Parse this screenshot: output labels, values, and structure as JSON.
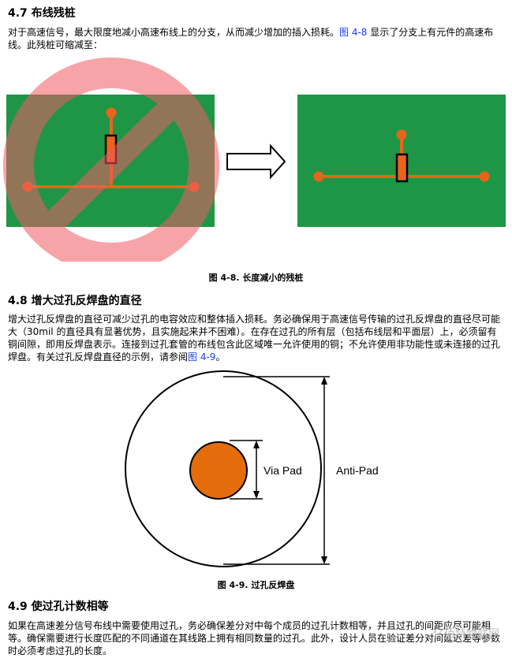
{
  "section_47": {
    "heading": "4.7 布线残桩",
    "para_a": "对于高速信号，最大限度地减小高速布线上的分支，从而减少增加的插入损耗。",
    "para_link": "图 4-8",
    "para_b": " 显示了分支上有元件的高速布线。此残桩可缩减至："
  },
  "figure_48": {
    "caption": "图 4-8. 长度减小的残桩",
    "colors": {
      "board": "#1e9646",
      "trace": "#e8641b",
      "prohibit": "#f25a64",
      "outline": "#000000"
    }
  },
  "section_48": {
    "heading": "4.8 增大过孔反焊盘的直径",
    "para_a": "增大过孔反焊盘的直径可减少过孔的电容效应和整体插入损耗。务必确保用于高速信号传输的过孔反焊盘的直径尽可能大（30mil 的直径具有显著优势，且实施起来并不困难）。在存在过孔的所有层（包括布线层和平面层）上，必须留有铜间隙，即用反焊盘表示。连接到过孔套管的布线包含此区域唯一允许使用的铜；不允许使用非功能性或未连接的过孔焊盘。有关过孔反焊盘直径的示例，请参阅",
    "para_link": "图 4-9",
    "para_b": "。"
  },
  "figure_49": {
    "via_pad_label": "Via Pad",
    "anti_pad_label": "Anti-Pad",
    "caption": "图 4-9. 过孔反焊盘",
    "colors": {
      "via_pad": "#e46c0a"
    }
  },
  "section_49": {
    "heading": "4.9 使过孔计数相等",
    "para": "如果在高速差分信号布线中需要使用过孔，务必确保差分对中每个成员的过孔计数相等，并且过孔的间距应尽可能相等。确保需要进行长度匹配的不同通道在其线路上拥有相同数量的过孔。此外，设计人员在验证差分对间延迟差等参数时必须考虑过孔的长度。"
  },
  "watermark": "亿佰特物联网"
}
